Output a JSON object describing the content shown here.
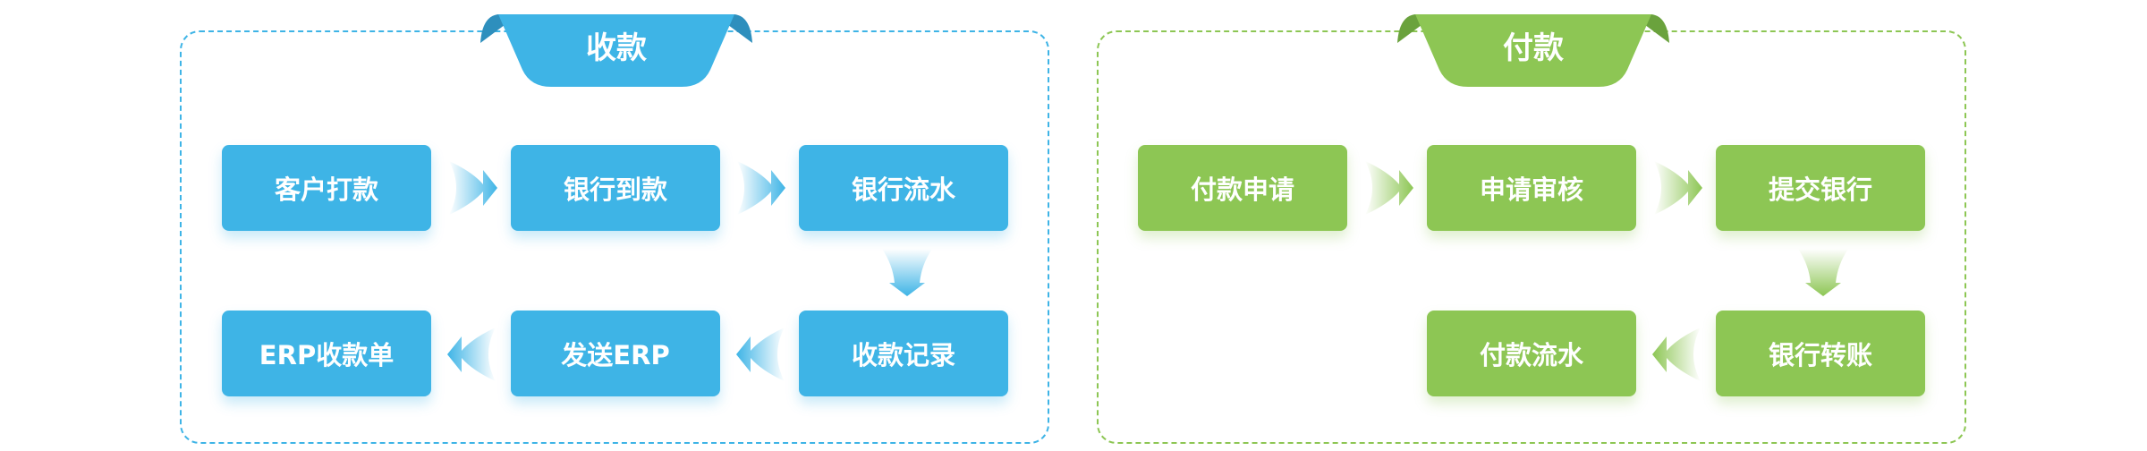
{
  "colors": {
    "blue": "#3eb4e6",
    "blue_dark": "#2e8fbd",
    "green": "#8dc654",
    "green_dark": "#6aa23d"
  },
  "receive": {
    "title": "收款",
    "steps": [
      "客户打款",
      "银行到款",
      "银行流水",
      "收款记录",
      "发送ERP",
      "ERP收款单"
    ]
  },
  "pay": {
    "title": "付款",
    "steps": [
      "付款申请",
      "申请审核",
      "提交银行",
      "银行转账",
      "付款流水"
    ]
  }
}
